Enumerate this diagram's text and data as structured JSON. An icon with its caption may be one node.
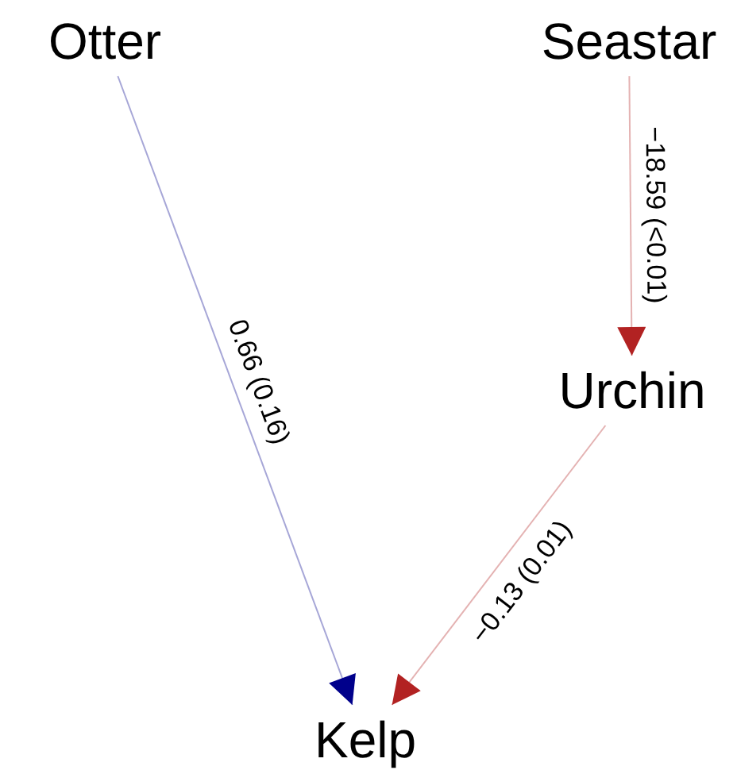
{
  "diagram": {
    "nodes": [
      {
        "text": [
          "Otter"
        ]
      },
      {
        "text": [
          "Seastar"
        ]
      },
      {
        "text": [
          "Urchin"
        ]
      },
      {
        "text": [
          "Kelp"
        ]
      }
    ],
    "edges": [
      {
        "from": 0,
        "to": 3,
        "arrow": "to",
        "label": "0.66 (0.16)",
        "color": "#00008b"
      },
      {
        "from": 1,
        "to": 2,
        "arrow": "to",
        "label": "−18.59 (<0.01)",
        "color": "#b22222"
      },
      {
        "from": 2,
        "to": 3,
        "arrow": "to",
        "label": "−0.13 (0.01)",
        "color": "#b22222"
      }
    ]
  }
}
